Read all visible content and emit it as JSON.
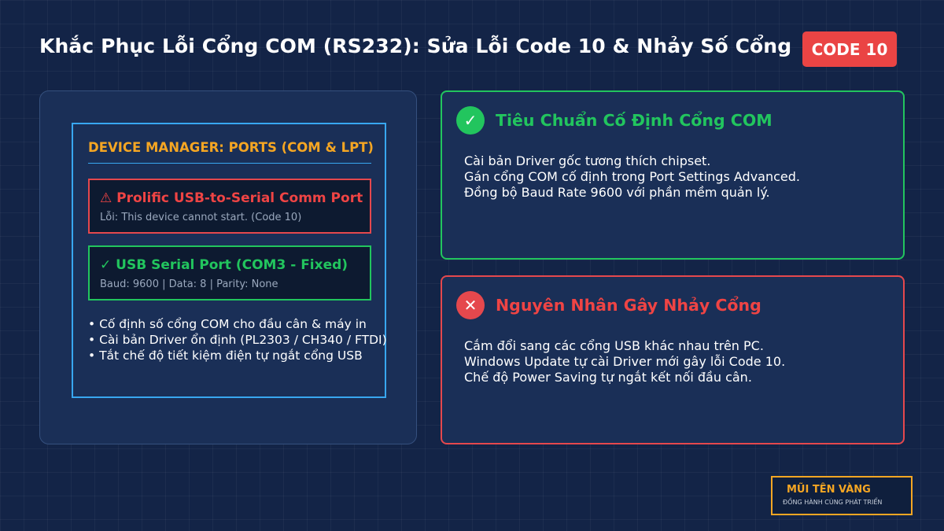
{
  "title": "Khắc Phục Lỗi Cổng COM (RS232): Sửa Lỗi Code 10 & Nhảy Số Cổng",
  "badge": "CODE 10",
  "colors": {
    "background": "#132447",
    "accent_orange": "#f5a623",
    "accent_blue": "#38a7f0",
    "error_red": "#ea4444",
    "success_green": "#22c55e"
  },
  "device_manager": {
    "header": "DEVICE MANAGER: PORTS (COM & LPT)",
    "error_port": {
      "icon": "warning-icon",
      "title": "⚠ Prolific USB-to-Serial Comm Port",
      "detail": "Lỗi: This device cannot start. (Code 10)"
    },
    "ok_port": {
      "icon": "check-icon",
      "title": "✓ USB Serial Port (COM3 - Fixed)",
      "detail": "Baud: 9600 | Data: 8 | Parity: None"
    },
    "bullets": [
      "• Cố định số cổng COM cho đầu cân & máy in",
      "• Cài bản Driver ổn định (PL2303 / CH340 / FTDI)",
      "• Tắt chế độ tiết kiệm điện tự ngắt cổng USB"
    ]
  },
  "standard_card": {
    "icon": "check-circle-icon",
    "icon_glyph": "✓",
    "title": "Tiêu Chuẩn Cố Định Cổng COM",
    "lines": [
      "Cài bản Driver gốc tương thích chipset.",
      "Gán cổng COM cố định trong Port Settings Advanced.",
      "Đồng bộ Baud Rate 9600 với phần mềm quản lý."
    ]
  },
  "cause_card": {
    "icon": "x-circle-icon",
    "icon_glyph": "✕",
    "title": "Nguyên Nhân Gây Nhảy Cổng",
    "lines": [
      "Cắm đổi sang các cổng USB khác nhau trên PC.",
      "Windows Update tự cài Driver mới gây lỗi Code 10.",
      "Chế độ Power Saving tự ngắt kết nối đầu cân."
    ]
  },
  "logo": {
    "name": "MŨI TÊN VÀNG",
    "tagline": "ĐỒNG HÀNH CÙNG PHÁT TRIỂN"
  }
}
